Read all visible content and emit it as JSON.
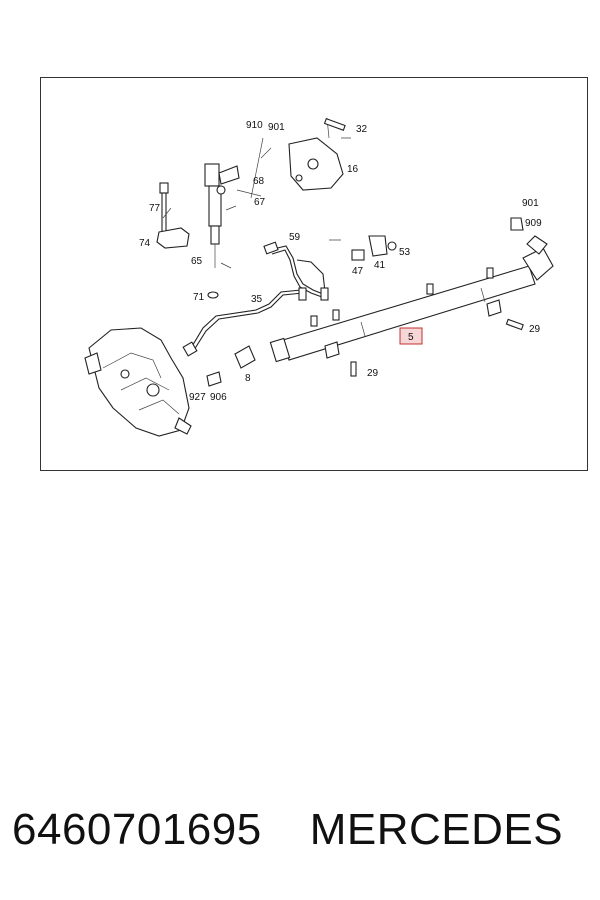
{
  "diagram": {
    "labels": {
      "l910": "910",
      "l901a": "901",
      "l32": "32",
      "l68": "68",
      "l16": "16",
      "l77": "77",
      "l67": "67",
      "l901b": "901",
      "l909": "909",
      "l74": "74",
      "l59": "59",
      "l53": "53",
      "l65": "65",
      "l47": "47",
      "l41": "41",
      "l71": "71",
      "l35": "35",
      "l29a": "29",
      "l5": "5",
      "l8": "8",
      "l29b": "29",
      "l927": "927",
      "l906": "906"
    },
    "highlight_color": "#c03030",
    "highlight_fill": "#f6d6d6"
  },
  "caption": {
    "part_number": "6460701695",
    "brand": "MERCEDES"
  }
}
